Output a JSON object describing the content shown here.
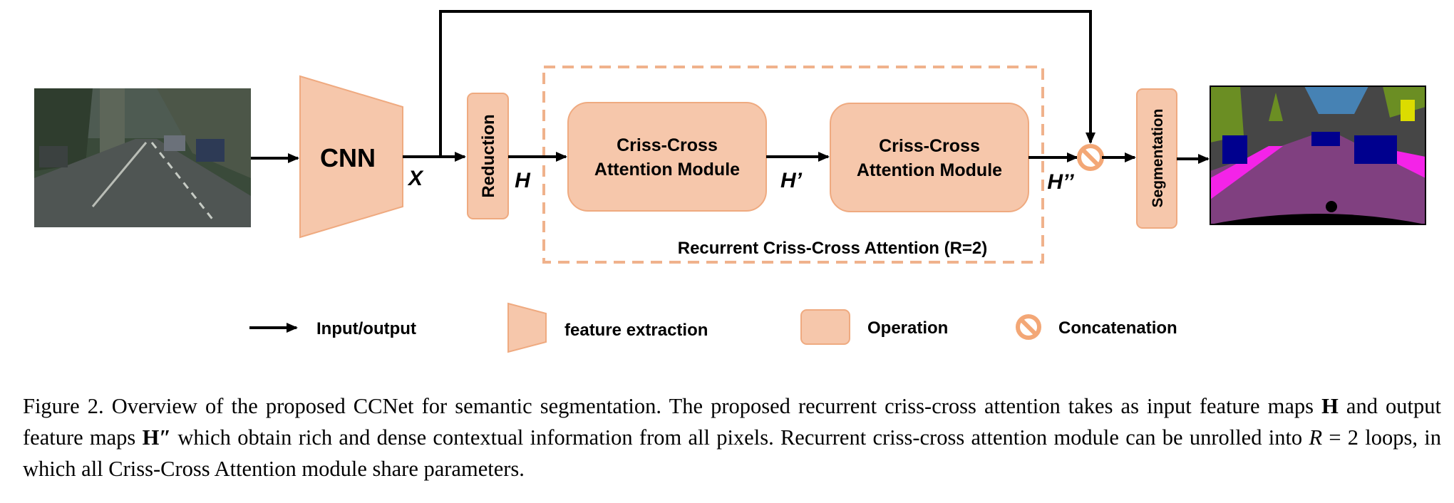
{
  "diagram": {
    "cnn_label": "CNN",
    "x_label": "X",
    "reduction_label": "Reduction",
    "h_label": "H",
    "cca1_line1": "Criss-Cross",
    "cca1_line2": "Attention Module",
    "h_prime_label": "H’",
    "cca2_line1": "Criss-Cross",
    "cca2_line2": "Attention Module",
    "h_double_prime_label": "H’’",
    "rcca_label": "Recurrent Criss-Cross Attention (R=2)",
    "segmentation_label": "Segmentation",
    "colors": {
      "block_fill": "#f6c7ab",
      "block_stroke": "#efaa80",
      "dashed_border": "#f0b28c",
      "arrow": "#000000"
    }
  },
  "legend": {
    "arrow_label": "Input/output",
    "trapezoid_label": "feature extraction",
    "box_label": "Operation",
    "concat_label": "Concatenation"
  },
  "caption": {
    "line1": "Figure 2. Overview of the proposed CCNet for semantic segmentation. The proposed recurrent criss-cross attention takes as input feature",
    "line2_a": "maps ",
    "line2_H": "H",
    "line2_b": " and output feature maps ",
    "line2_H2": "H″",
    "line2_c": " which obtain rich and dense contextual information from all pixels. Recurrent criss-cross attention",
    "line3_a": "module can be unrolled into ",
    "line3_R": "R",
    "line3_b": " = 2 loops, in which all Criss-Cross Attention module share parameters."
  }
}
